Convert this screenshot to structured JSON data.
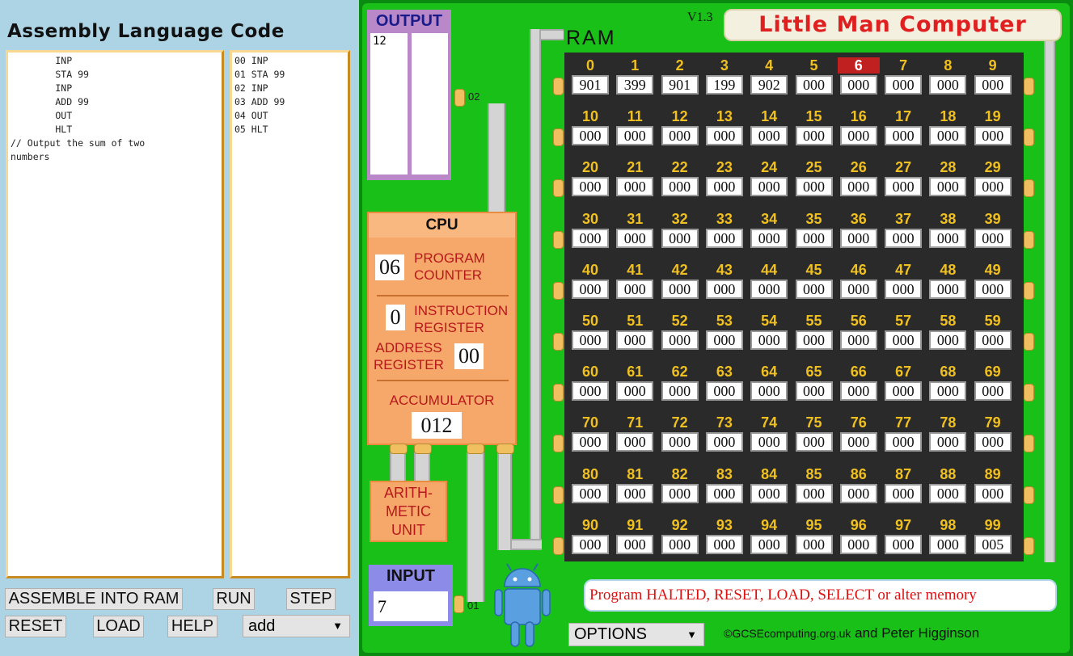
{
  "left": {
    "title": "Assembly Language Code",
    "source_code": "        INP\n        STA 99\n        INP\n        ADD 99\n        OUT\n        HLT\n// Output the sum of two\nnumbers",
    "assembled_code": "00 INP\n01 STA 99\n02 INP\n03 ADD 99\n04 OUT\n05 HLT",
    "buttons": {
      "assemble": "ASSEMBLE INTO RAM",
      "run": "RUN",
      "step": "STEP",
      "reset": "RESET",
      "load": "LOAD",
      "help": "HELP"
    },
    "example_select": "add",
    "select_arrow": "▼"
  },
  "output": {
    "title": "OUTPUT",
    "values": "12"
  },
  "bus": {
    "output_port": "02",
    "input_port": "01"
  },
  "cpu": {
    "title": "CPU",
    "program_counter_label_1": "PROGRAM",
    "program_counter_label_2": "COUNTER",
    "program_counter": "06",
    "instruction_register_label_1": "INSTRUCTION",
    "instruction_register_label_2": "REGISTER",
    "instruction_register": "0",
    "address_register_label_1": "ADDRESS",
    "address_register_label_2": "REGISTER",
    "address_register": "00",
    "accumulator_label": "ACCUMULATOR",
    "accumulator": "012"
  },
  "alu": {
    "line1": "ARITH-",
    "line2": "METIC",
    "line3": "UNIT"
  },
  "input": {
    "title": "INPUT",
    "value": "7"
  },
  "header": {
    "version": "V1.3",
    "title": "Little Man Computer",
    "ram_label": "RAM"
  },
  "ram": {
    "highlighted_address": 6,
    "values": [
      "901",
      "399",
      "901",
      "199",
      "902",
      "000",
      "000",
      "000",
      "000",
      "000",
      "000",
      "000",
      "000",
      "000",
      "000",
      "000",
      "000",
      "000",
      "000",
      "000",
      "000",
      "000",
      "000",
      "000",
      "000",
      "000",
      "000",
      "000",
      "000",
      "000",
      "000",
      "000",
      "000",
      "000",
      "000",
      "000",
      "000",
      "000",
      "000",
      "000",
      "000",
      "000",
      "000",
      "000",
      "000",
      "000",
      "000",
      "000",
      "000",
      "000",
      "000",
      "000",
      "000",
      "000",
      "000",
      "000",
      "000",
      "000",
      "000",
      "000",
      "000",
      "000",
      "000",
      "000",
      "000",
      "000",
      "000",
      "000",
      "000",
      "000",
      "000",
      "000",
      "000",
      "000",
      "000",
      "000",
      "000",
      "000",
      "000",
      "000",
      "000",
      "000",
      "000",
      "000",
      "000",
      "000",
      "000",
      "000",
      "000",
      "000",
      "000",
      "000",
      "000",
      "000",
      "000",
      "000",
      "000",
      "000",
      "000",
      "005"
    ]
  },
  "status": {
    "message": "Program HALTED, RESET, LOAD, SELECT or alter memory",
    "options": "OPTIONS",
    "options_arrow": "▼",
    "credit_site": "©GCSEcomputing.org.uk",
    "credit_rest": " and Peter Higginson"
  },
  "colors": {
    "ram_address": "#f0c020",
    "ram_highlight": "#c02020",
    "register_label": "#b8181c",
    "message_text": "#e01010",
    "board_green": "#18c018"
  },
  "icons": {
    "mascot": "android-robot-icon"
  }
}
